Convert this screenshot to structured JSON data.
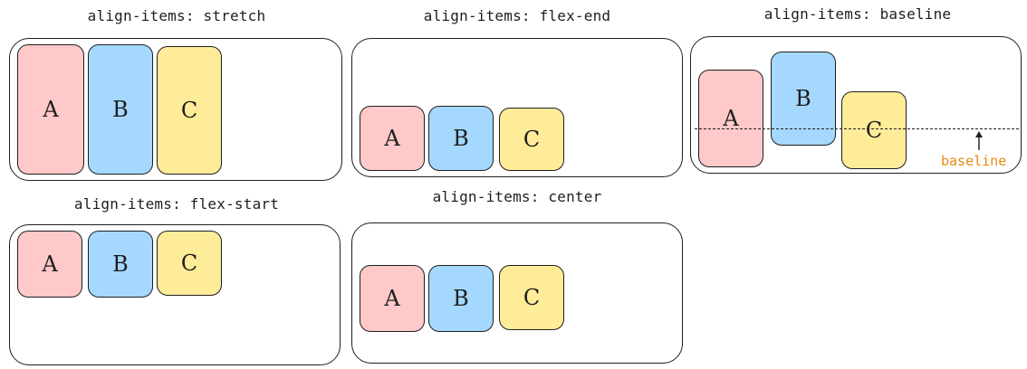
{
  "colors": {
    "box_a": "#ffc9c9",
    "box_b": "#a5d8ff",
    "box_c": "#ffec99",
    "accent_orange": "#e8890c",
    "stroke": "#1e1e1e"
  },
  "panels": [
    {
      "title": "align-items: stretch",
      "boxes": [
        {
          "label": "A"
        },
        {
          "label": "B"
        },
        {
          "label": "C"
        }
      ]
    },
    {
      "title": "align-items: flex-end",
      "boxes": [
        {
          "label": "A"
        },
        {
          "label": "B"
        },
        {
          "label": "C"
        }
      ]
    },
    {
      "title": "align-items: baseline",
      "boxes": [
        {
          "label": "A"
        },
        {
          "label": "B"
        },
        {
          "label": "C"
        }
      ],
      "annotation": "baseline"
    },
    {
      "title": "align-items: flex-start",
      "boxes": [
        {
          "label": "A"
        },
        {
          "label": "B"
        },
        {
          "label": "C"
        }
      ]
    },
    {
      "title": "align-items: center",
      "boxes": [
        {
          "label": "A"
        },
        {
          "label": "B"
        },
        {
          "label": "C"
        }
      ]
    }
  ]
}
